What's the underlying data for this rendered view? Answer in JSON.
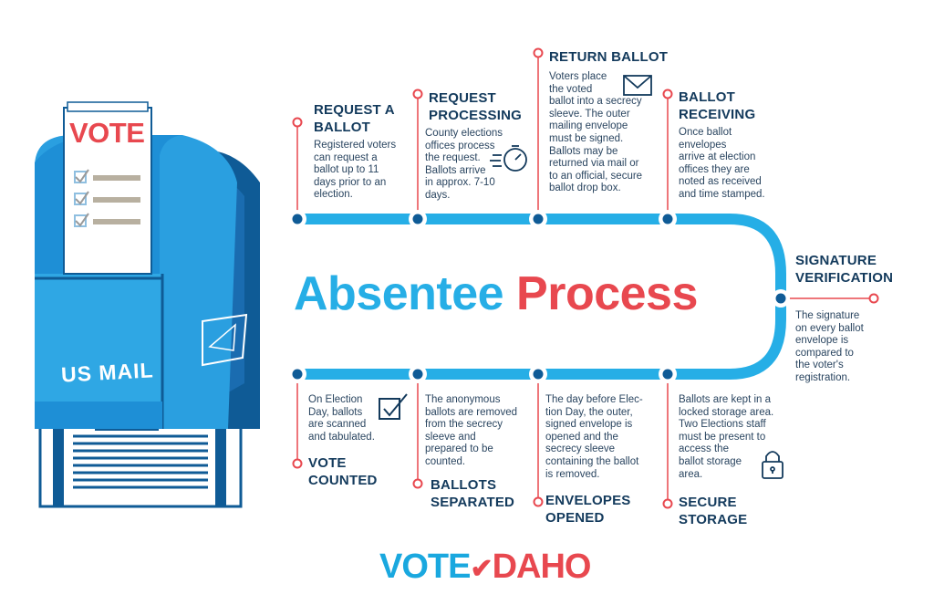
{
  "title": {
    "word1": "Absentee",
    "word2": "Process"
  },
  "mailbox": {
    "sign": "VOTE",
    "label": "US MAIL"
  },
  "steps": [
    {
      "heading": [
        "REQUEST A",
        "BALLOT"
      ],
      "text": [
        "Registered voters",
        "can request a",
        "ballot up to 11",
        "days prior to an",
        "election."
      ]
    },
    {
      "heading": [
        "REQUEST",
        "PROCESSING"
      ],
      "text": [
        "County elections",
        "offices process",
        "the request.",
        "Ballots arrive",
        "in approx. 7-10",
        "days."
      ]
    },
    {
      "heading": [
        "RETURN BALLOT"
      ],
      "text": [
        "Voters place",
        "the voted",
        "ballot into a secrecy",
        "sleeve. The outer",
        "mailing envelope",
        "must be signed.",
        "Ballots may be",
        "returned via mail or",
        "to an official, secure",
        "ballot drop box."
      ]
    },
    {
      "heading": [
        "BALLOT",
        "RECEIVING"
      ],
      "text": [
        "Once ballot",
        "envelopes",
        "arrive at election",
        "offices they are",
        "noted as received",
        "and time stamped."
      ]
    },
    {
      "heading": [
        "SIGNATURE",
        "VERIFICATION"
      ],
      "text": [
        "The signature",
        "on every ballot",
        "envelope is",
        "compared to",
        "the voter's",
        "registration."
      ]
    },
    {
      "heading": [
        "SECURE",
        "STORAGE"
      ],
      "text": [
        "Ballots are kept in a",
        "locked storage area.",
        "Two Elections staff",
        "must be present to",
        "access the",
        "ballot storage",
        "area."
      ]
    },
    {
      "heading": [
        "ENVELOPES",
        "OPENED"
      ],
      "text": [
        "The day before Elec-",
        "tion Day, the outer,",
        "signed envelope is",
        "opened and the",
        "secrecy sleeve",
        "containing the ballot",
        "is removed."
      ]
    },
    {
      "heading": [
        "BALLOTS",
        "SEPARATED"
      ],
      "text": [
        "The anonymous",
        "ballots are removed",
        "from the secrecy",
        "sleeve and",
        "prepared to be",
        "counted."
      ]
    },
    {
      "heading": [
        "VOTE",
        "COUNTED"
      ],
      "text": [
        "On Election",
        "Day, ballots",
        "are scanned",
        "and tabulated."
      ]
    }
  ],
  "logo": {
    "part1": "VOTE",
    "part2": "DAHO"
  },
  "colors": {
    "blue": "#26aee6",
    "red": "#e8484f",
    "navy": "#133a5c",
    "mailbox_dark": "#0f5b96",
    "mailbox_light": "#2a9fe0"
  },
  "icons": [
    "stopwatch-icon",
    "envelope-icon",
    "checkbox-icon",
    "padlock-icon"
  ]
}
